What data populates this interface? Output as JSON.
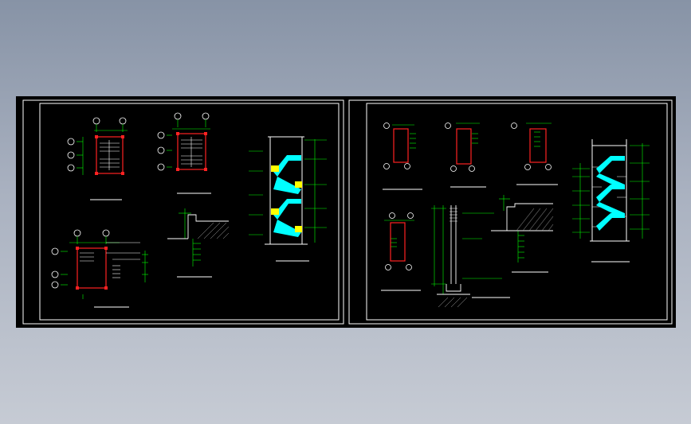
{
  "viewport": {
    "background": "gradient-gray-blue",
    "model_space_color": "#000000"
  },
  "colors": {
    "frame_white": "#ffffff",
    "grid_red": "#ff2020",
    "dim_green": "#00ff00",
    "stair_cyan": "#00ffff",
    "landing_yellow": "#ffff00",
    "wall_white": "#ffffff",
    "hatch": "#bfbfbf"
  },
  "sheets": [
    {
      "id": "sheet-1",
      "drawings": [
        {
          "kind": "stair-plan",
          "name": "stair-plan-top-left"
        },
        {
          "kind": "stair-plan",
          "name": "stair-plan-top-mid"
        },
        {
          "kind": "stair-section",
          "name": "stair-section-cyan-yellow"
        },
        {
          "kind": "wall-detail",
          "name": "wall-footing-detail"
        },
        {
          "kind": "stair-plan",
          "name": "stair-plan-bottom-left"
        }
      ]
    },
    {
      "id": "sheet-2",
      "drawings": [
        {
          "kind": "column-plan",
          "name": "column-plan-1"
        },
        {
          "kind": "column-plan",
          "name": "column-plan-2"
        },
        {
          "kind": "column-plan",
          "name": "column-plan-3"
        },
        {
          "kind": "column-plan",
          "name": "column-plan-4"
        },
        {
          "kind": "stair-section",
          "name": "stair-section-right"
        },
        {
          "kind": "column-elevation",
          "name": "column-elevation-detail"
        },
        {
          "kind": "wall-detail",
          "name": "retaining-wall-detail"
        }
      ]
    }
  ]
}
